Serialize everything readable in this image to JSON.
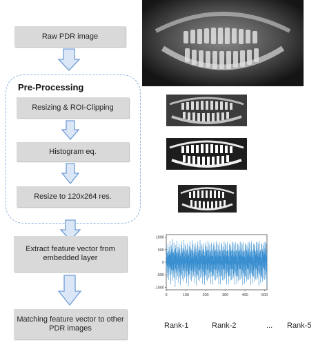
{
  "flow": {
    "raw": "Raw PDR image",
    "preproc_title": "Pre-Processing",
    "resize_roi": "Resizing & ROI-Clipping",
    "histogram": "Histogram eq.",
    "resize_res": "Resize to 120x264 res.",
    "extract": "Extract feature vector from embedded layer",
    "matching": "Matching feature vector to other PDR images"
  },
  "ranks": [
    "Rank-1",
    "Rank-2",
    "...",
    "Rank-5"
  ],
  "colors": {
    "box": "#d9d9d9",
    "arrow_fill": "#dbe7f7",
    "arrow_stroke": "#6f9bd6",
    "dashed": "#8db4e2",
    "signal": "#3a8fd0"
  },
  "chart_data": {
    "type": "line",
    "title": "",
    "xlabel": "",
    "ylabel": "",
    "xlim": [
      0,
      512
    ],
    "ylim": [
      -1100,
      1100
    ],
    "xticks": [
      0,
      100,
      200,
      300,
      400,
      500
    ],
    "yticks": [
      1000,
      500,
      0,
      -500,
      -1000
    ],
    "series": [
      {
        "values": [
          120,
          -340,
          560,
          -80,
          210,
          -620,
          380,
          40,
          -150,
          720,
          -410,
          180,
          -30,
          450,
          -700,
          260,
          -90,
          610,
          -250,
          330,
          -520,
          90,
          840,
          -180,
          -40,
          270,
          -880,
          430,
          150,
          -310,
          680,
          -60,
          -470,
          520,
          210,
          -740,
          360,
          -120,
          930,
          -280,
          60,
          -590,
          410,
          170,
          -360,
          780,
          -90,
          250,
          -640,
          480,
          -20,
          310,
          -980,
          560,
          120,
          -260,
          690,
          -430,
          80,
          370,
          -710,
          240,
          -110,
          860,
          -330,
          150,
          -560,
          420,
          -70,
          610,
          -250,
          320,
          -820,
          470,
          30,
          -390,
          740,
          -150,
          200,
          -610,
          550,
          -40,
          380,
          -920,
          260,
          110,
          -470,
          680,
          -230,
          90,
          -540,
          810,
          -120,
          340,
          -680,
          430,
          -60,
          570,
          -300,
          180,
          -770,
          520,
          10,
          -350,
          890,
          -200,
          240,
          -630,
          460,
          -90,
          720,
          -410,
          150,
          -560,
          380,
          -20,
          640,
          -270,
          310,
          -840,
          490,
          70,
          -360,
          750,
          -140,
          220,
          -600,
          530,
          -50,
          400,
          -950,
          280,
          130,
          -480,
          660,
          -240,
          100,
          -520,
          830,
          -110,
          350,
          -690,
          440,
          -70,
          590,
          -320,
          190,
          -760,
          510,
          20,
          -340,
          870,
          -210,
          250,
          -620,
          470,
          -80,
          730,
          -420,
          160,
          -550,
          390,
          -30,
          650,
          -280,
          300,
          -850,
          480,
          60,
          -370,
          760,
          -130,
          230,
          -610,
          540,
          -60,
          410,
          -930,
          270,
          120,
          -490,
          670,
          -250,
          90,
          -530,
          820,
          -100,
          360,
          -700,
          450,
          -80,
          600,
          -310,
          200,
          -750,
          500,
          30,
          -330,
          880,
          -220,
          260,
          -640,
          480,
          -70,
          740,
          -430,
          170,
          -570,
          400,
          -40,
          660,
          -290,
          290,
          -860,
          470,
          50,
          -380,
          770,
          -120,
          240,
          -590,
          530,
          -70,
          420,
          -910,
          260,
          110,
          -500,
          680,
          -260,
          80,
          -540,
          800,
          -90,
          370,
          -710,
          460,
          -90,
          610,
          -300,
          210,
          -740,
          490,
          40,
          -320,
          860,
          -230,
          270,
          -650,
          490,
          -60,
          750,
          -440,
          180,
          -580,
          410,
          -50,
          670,
          -300,
          280,
          -870,
          460,
          40,
          -390,
          780,
          -110,
          250,
          -580,
          520,
          -80,
          430,
          -900,
          250,
          100,
          -510,
          690,
          -270,
          70,
          -550,
          790,
          -80,
          380,
          -720,
          470,
          -100,
          620,
          -290,
          220,
          -730,
          480,
          50,
          -310,
          850,
          -240,
          280,
          -660,
          500,
          -50,
          760,
          -450,
          190,
          -590,
          420,
          -60,
          680,
          -310,
          270,
          -880,
          450,
          30,
          -400,
          790,
          -100,
          260,
          -570,
          510,
          -90,
          440,
          -890,
          240,
          90,
          -520,
          700,
          -280,
          60,
          -560,
          780,
          -70,
          390,
          -730,
          480,
          -110,
          630,
          -280,
          230,
          -720,
          470,
          60,
          -300,
          840,
          -250,
          290,
          -670,
          510,
          -40,
          770,
          -460,
          200,
          -600,
          430,
          -70,
          690,
          -320,
          260,
          -890,
          440,
          20,
          -410,
          800,
          -90,
          270,
          -560,
          500,
          -100,
          450,
          -880,
          230,
          80,
          -530,
          710,
          -290,
          50,
          -570,
          770,
          -60,
          400,
          -740,
          490,
          -120,
          640,
          -270,
          240,
          -710,
          460,
          70,
          -290,
          830,
          -260,
          300,
          -680,
          520,
          -30,
          780,
          -470,
          210,
          -610,
          440,
          -80,
          700,
          -330,
          250,
          -900,
          430,
          10,
          -420,
          810,
          -80,
          280,
          -550,
          490,
          -110,
          460,
          -870,
          220,
          70,
          -540,
          720,
          -300,
          40,
          -580,
          760,
          -50,
          410,
          -750,
          500,
          -130,
          650,
          -260,
          250,
          -700,
          450,
          80,
          -280,
          820,
          -270,
          310,
          -690,
          530,
          -20,
          790,
          -480,
          220,
          -620,
          450,
          -90,
          710,
          -340,
          240,
          -910,
          420,
          0,
          -430,
          820,
          -70,
          290,
          -540,
          480,
          -120,
          470,
          -860,
          210,
          60,
          -550,
          730,
          -310,
          30,
          -590,
          750,
          -40,
          420,
          -760,
          510,
          -140,
          660,
          -250,
          260,
          -690,
          440,
          90,
          -270,
          810,
          -280,
          320,
          -700,
          540,
          -10,
          800,
          -490,
          230,
          -630,
          460,
          -100,
          720,
          -350,
          230,
          -920,
          410,
          -10,
          -440,
          830,
          -60,
          300,
          -530,
          470,
          -130,
          480,
          -850,
          200,
          50,
          -560,
          740,
          -320,
          20,
          -600,
          740,
          -30,
          430,
          -770,
          520,
          -150,
          670,
          -240,
          270,
          -680,
          430,
          100,
          -260,
          800,
          -290,
          330,
          -710,
          550,
          0,
          810,
          -500,
          240,
          -640,
          470,
          -110,
          730,
          -360,
          220,
          -930,
          400,
          -20,
          -450,
          840,
          -50,
          310,
          -520,
          460,
          -140,
          490,
          -840,
          190,
          40,
          -570,
          750,
          -330,
          10,
          -610,
          730,
          -20,
          440,
          -780,
          530,
          -160,
          680,
          -230,
          280,
          -670,
          420,
          110,
          -250,
          790,
          -300,
          340,
          -720,
          560,
          10,
          820,
          -510,
          250,
          -650,
          480,
          -120,
          740,
          -370,
          210,
          -940,
          390
        ]
      }
    ]
  }
}
